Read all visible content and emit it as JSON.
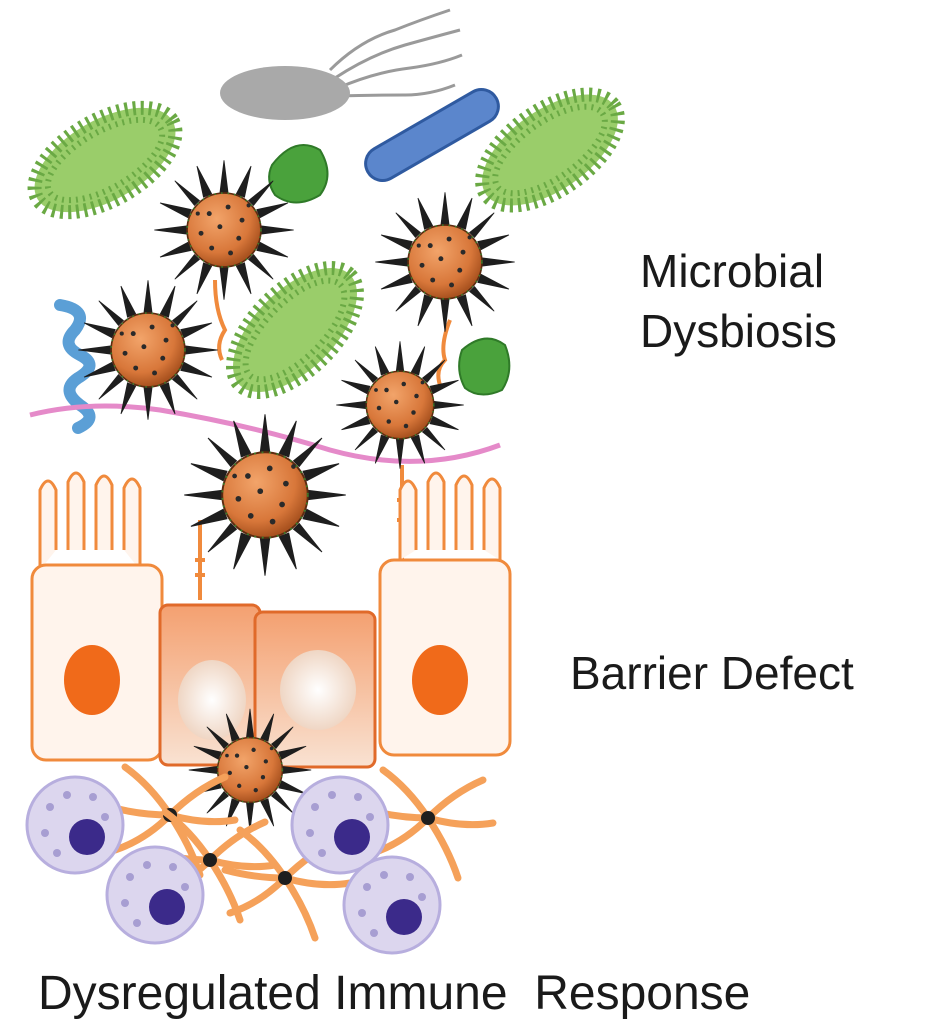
{
  "labels": {
    "microbial_line1": "Microbial",
    "microbial_line2": "Dysbiosis",
    "barrier": "Barrier Defect",
    "immune": "Dysregulated Immune  Response"
  },
  "colors": {
    "pathogen_body": "#d8773a",
    "pathogen_spike": "#1e1e1e",
    "green_bacteria": "#7bbf4e",
    "green_blob": "#4aa23c",
    "gray_bacterium": "#a9a9a9",
    "blue_rod": "#5b86cc",
    "epithelial_outline": "#f08a3c",
    "nucleus": "#f06a1a",
    "mucus_line": "#e58ac9",
    "immune_cell": "#d9d4ec",
    "immune_nucleus": "#3b2a8a",
    "stromal_cell": "#f5a15a"
  },
  "icons": [
    "spiky-pathogen-icon",
    "green-bacterium-icon",
    "gray-flagellated-bacterium-icon",
    "blue-rod-bacterium-icon",
    "green-blob-icon",
    "epithelial-cell-icon",
    "immune-cell-icon",
    "stromal-cell-icon"
  ]
}
